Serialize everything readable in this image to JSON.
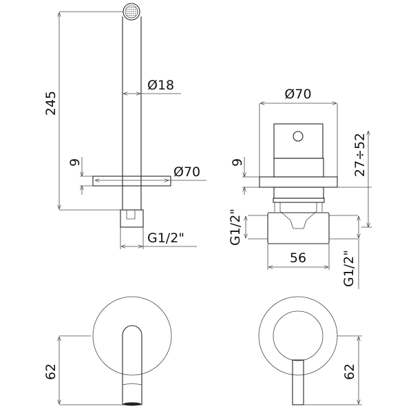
{
  "drawing": {
    "side_view": {
      "height": "245",
      "spout_diameter": "Ø18",
      "plate_thickness": "9",
      "plate_diameter": "Ø70",
      "thread": "G1/2\""
    },
    "valve_view": {
      "plate_diameter": "Ø70",
      "plate_thickness": "9",
      "wall_depth": "27÷52",
      "inlet_thread_left": "G1/2\"",
      "inlet_thread_right": "G1/2\"",
      "body_width": "56"
    },
    "front_spout_view": {
      "height": "62"
    },
    "front_mixer_view": {
      "height": "62"
    }
  }
}
